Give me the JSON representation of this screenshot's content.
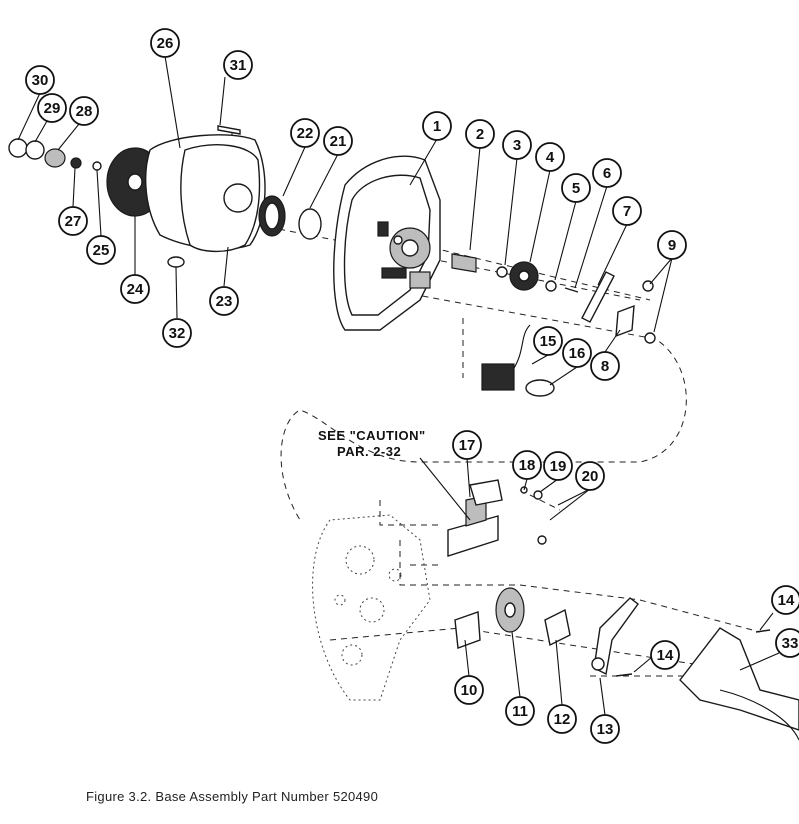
{
  "figure": {
    "caption": "Figure 3.2.  Base Assembly Part Number 520490",
    "caution_note": [
      "SEE \"CAUTION\"",
      "PAR. 2-32"
    ]
  },
  "callouts": [
    "1",
    "2",
    "3",
    "4",
    "5",
    "6",
    "7",
    "8",
    "9",
    "10",
    "11",
    "12",
    "13",
    "14",
    "14",
    "15",
    "16",
    "17",
    "18",
    "19",
    "20",
    "21",
    "22",
    "23",
    "24",
    "25",
    "26",
    "27",
    "28",
    "29",
    "30",
    "31",
    "32",
    "33"
  ]
}
